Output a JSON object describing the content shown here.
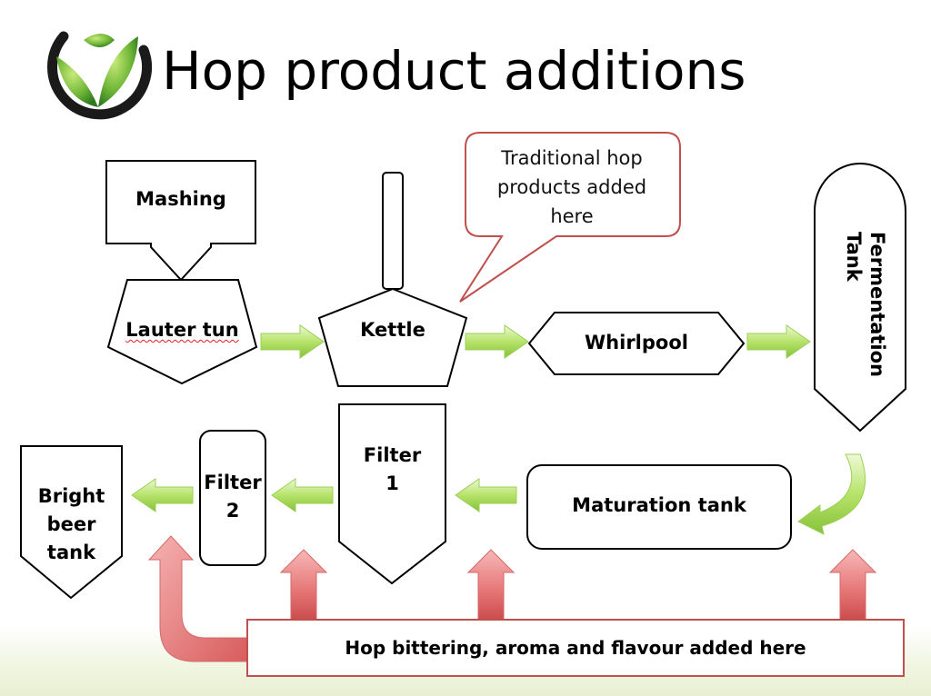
{
  "title": "Hop product additions",
  "nodes": {
    "mashing": "Mashing",
    "lauter_tun": "Lauter tun",
    "kettle": "Kettle",
    "whirlpool": "Whirlpool",
    "fermentation_line1": "Fermentation",
    "fermentation_line2": "Tank",
    "maturation": "Maturation tank",
    "filter1_line1": "Filter",
    "filter1_line2": "1",
    "filter2_line1": "Filter",
    "filter2_line2": "2",
    "bright_line1": "Bright",
    "bright_line2": "beer",
    "bright_line3": "tank"
  },
  "callout": {
    "line1": "Traditional hop",
    "line2": "products added",
    "line3": "here"
  },
  "banner": "Hop bittering, aroma and flavour added here",
  "colors": {
    "green_arrow": "#9bd34a",
    "red_arrow": "#e06666",
    "callout_border": "#c0504d",
    "logo_green": "#5aa02c"
  }
}
